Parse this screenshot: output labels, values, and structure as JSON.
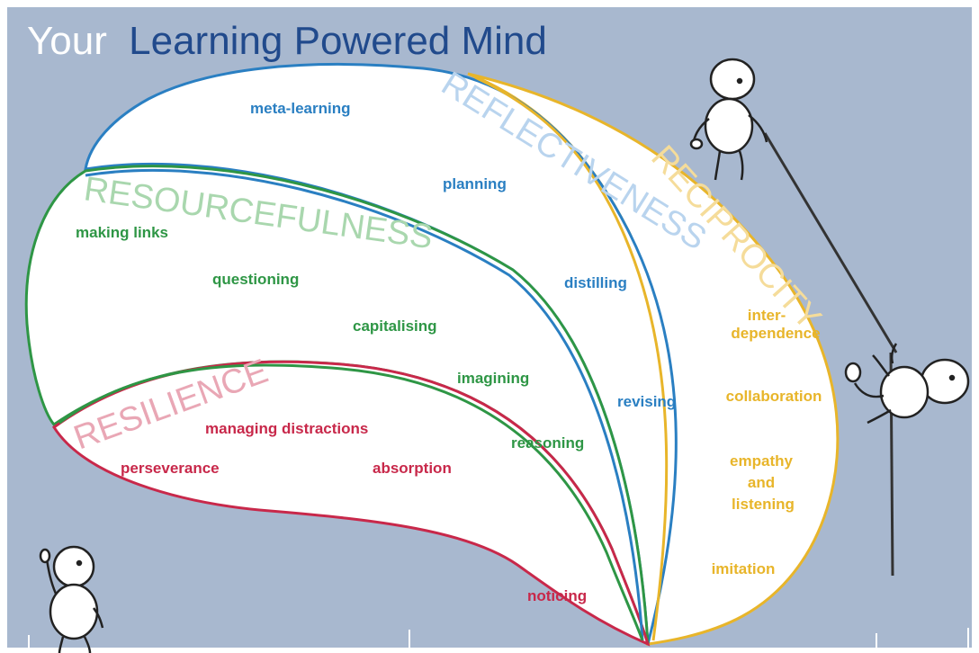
{
  "title": {
    "part1": "Your",
    "part2": "Learning Powered Mind"
  },
  "colors": {
    "background": "#a8b8cf",
    "resilience": "#c8284a",
    "resourcefulness": "#2e9645",
    "reflectiveness": "#2a7fc2",
    "reciprocity": "#e8b52a",
    "title_light": "#ffffff",
    "title_dark": "#214a8c",
    "dimension_text_light_blue": "#b9d4ee",
    "dimension_text_light_green": "#a9d7ae",
    "dimension_text_light_yellow": "#f5dc9a",
    "dimension_text_light_red": "#e9a7b5"
  },
  "dimensions": {
    "reflectiveness": {
      "name": "REFLECTIVENESS",
      "capacities": [
        "meta-learning",
        "planning",
        "distilling",
        "revising"
      ]
    },
    "resourcefulness": {
      "name": "RESOURCEFULNESS",
      "capacities": [
        "making links",
        "questioning",
        "capitalising",
        "imagining",
        "reasoning"
      ]
    },
    "resilience": {
      "name": "RESILIENCE",
      "capacities": [
        "managing distractions",
        "perseverance",
        "absorption",
        "noticing"
      ]
    },
    "reciprocity": {
      "name": "RECIPROCITY",
      "capacities": [
        "inter-",
        "dependence",
        "collaboration",
        "empathy",
        "and",
        "listening",
        "imitation"
      ]
    }
  },
  "figures": [
    "figure-climbing-top",
    "figure-hanging-rope",
    "figure-waving-bottom"
  ]
}
